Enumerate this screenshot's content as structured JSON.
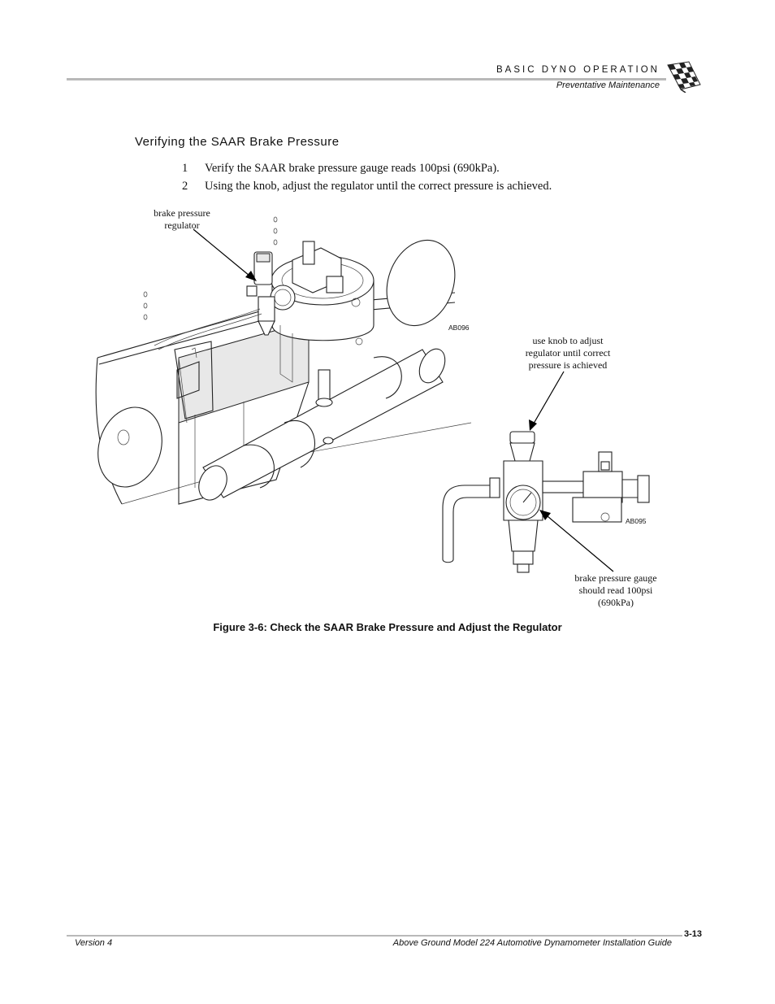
{
  "header": {
    "chapter": "BASIC DYNO OPERATION",
    "section": "Preventative Maintenance"
  },
  "heading": {
    "text": "Verifying the SAAR Brake Pressure"
  },
  "steps": [
    {
      "num": "1",
      "text": "Verify the SAAR brake pressure gauge reads 100psi (690kPa)."
    },
    {
      "num": "2",
      "text": "Using the knob, adjust the regulator until the correct pressure is achieved."
    }
  ],
  "figure": {
    "callouts": {
      "regulator": [
        "brake pressure",
        "regulator"
      ],
      "knob": [
        "use knob to adjust",
        "regulator until correct",
        "pressure is achieved"
      ],
      "gauge": [
        "brake pressure gauge",
        "should read 100psi",
        "(690kPa)"
      ]
    },
    "ids": {
      "left": "AB096",
      "right": "AB095"
    },
    "caption": "Figure 3-6: Check the SAAR Brake Pressure and Adjust the Regulator"
  },
  "footer": {
    "version": "Version 4",
    "title": "Above Ground Model 224 Automotive Dynamometer Installation Guide",
    "page": "3-13"
  }
}
